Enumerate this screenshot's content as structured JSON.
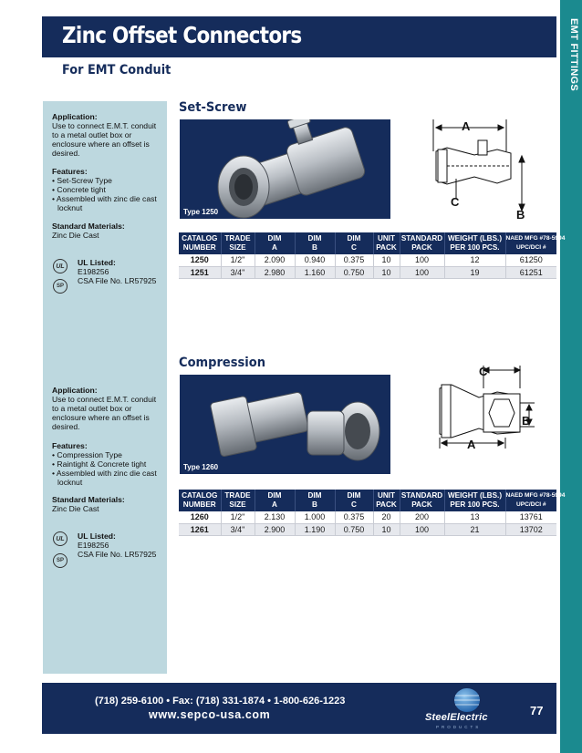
{
  "header": {
    "title": "Zinc Offset Connectors",
    "subtitle": "For EMT Conduit",
    "side_tab": "EMT FITTINGS"
  },
  "sections": [
    {
      "title": "Set-Screw",
      "photo_caption": "Type 1250",
      "diagram_labels": {
        "a": "A",
        "b": "B",
        "c": "C"
      },
      "sidebar": {
        "application_heading": "Application:",
        "application_lines": [
          "Use to connect E.M.T. conduit",
          "to a metal outlet box or",
          "enclosure where an offset is",
          "desired."
        ],
        "features_heading": "Features:",
        "features": [
          "• Set-Screw Type",
          "• Concrete tight",
          "• Assembled with zinc die cast",
          "locknut"
        ],
        "materials_heading": "Standard Materials:",
        "materials": "Zinc Die Cast",
        "listing_heading": "UL Listed:",
        "listing_lines": [
          "E198256",
          "CSA File No. LR57925"
        ]
      },
      "table": {
        "headers": [
          [
            "CATALOG",
            "NUMBER"
          ],
          [
            "TRADE",
            "SIZE"
          ],
          [
            "DIM",
            "A"
          ],
          [
            "DIM",
            "B"
          ],
          [
            "DIM",
            "C"
          ],
          [
            "UNIT",
            "PACK"
          ],
          [
            "STANDARD",
            "PACK"
          ],
          [
            "WEIGHT (LBS.)",
            "PER 100 PCS."
          ],
          [
            "NAED MFG #78-5994",
            "UPC/DCI #"
          ]
        ],
        "rows": [
          [
            "1250",
            "1/2\"",
            "2.090",
            "0.940",
            "0.375",
            "10",
            "100",
            "12",
            "61250"
          ],
          [
            "1251",
            "3/4\"",
            "2.980",
            "1.160",
            "0.750",
            "10",
            "100",
            "19",
            "61251"
          ]
        ]
      }
    },
    {
      "title": "Compression",
      "photo_caption": "Type 1260",
      "diagram_labels": {
        "a": "A",
        "b": "B",
        "c": "C"
      },
      "sidebar": {
        "application_heading": "Application:",
        "application_lines": [
          "Use to connect E.M.T. conduit",
          "to a metal outlet box or",
          "enclosure where an offset is",
          "desired."
        ],
        "features_heading": "Features:",
        "features": [
          "• Compression Type",
          "• Raintight & Concrete tight",
          "• Assembled with zinc die cast",
          "locknut"
        ],
        "materials_heading": "Standard Materials:",
        "materials": "Zinc Die Cast",
        "listing_heading": "UL Listed:",
        "listing_lines": [
          "E198256",
          "CSA File No. LR57925"
        ]
      },
      "table": {
        "headers": [
          [
            "CATALOG",
            "NUMBER"
          ],
          [
            "TRADE",
            "SIZE"
          ],
          [
            "DIM",
            "A"
          ],
          [
            "DIM",
            "B"
          ],
          [
            "DIM",
            "C"
          ],
          [
            "UNIT",
            "PACK"
          ],
          [
            "STANDARD",
            "PACK"
          ],
          [
            "WEIGHT (LBS.)",
            "PER 100 PCS."
          ],
          [
            "NAED MFG #78-5994",
            "UPC/DCI #"
          ]
        ],
        "rows": [
          [
            "1260",
            "1/2\"",
            "2.130",
            "1.000",
            "0.375",
            "20",
            "200",
            "13",
            "13761"
          ],
          [
            "1261",
            "3/4\"",
            "2.900",
            "1.190",
            "0.750",
            "10",
            "100",
            "21",
            "13702"
          ]
        ]
      }
    }
  ],
  "logos": {
    "ul": "UL",
    "csa": "SP"
  },
  "footer": {
    "phones": "(718) 259-6100 • Fax: (718) 331-1874 • 1-800-626-1223",
    "website": "www.sepco-usa.com",
    "page_number": "77",
    "brand": "SteelElectric",
    "brand_sub": "PRODUCTS"
  },
  "colors": {
    "navy": "#152c5b",
    "teal": "#1b8a8f",
    "panel": "#bdd8df"
  }
}
